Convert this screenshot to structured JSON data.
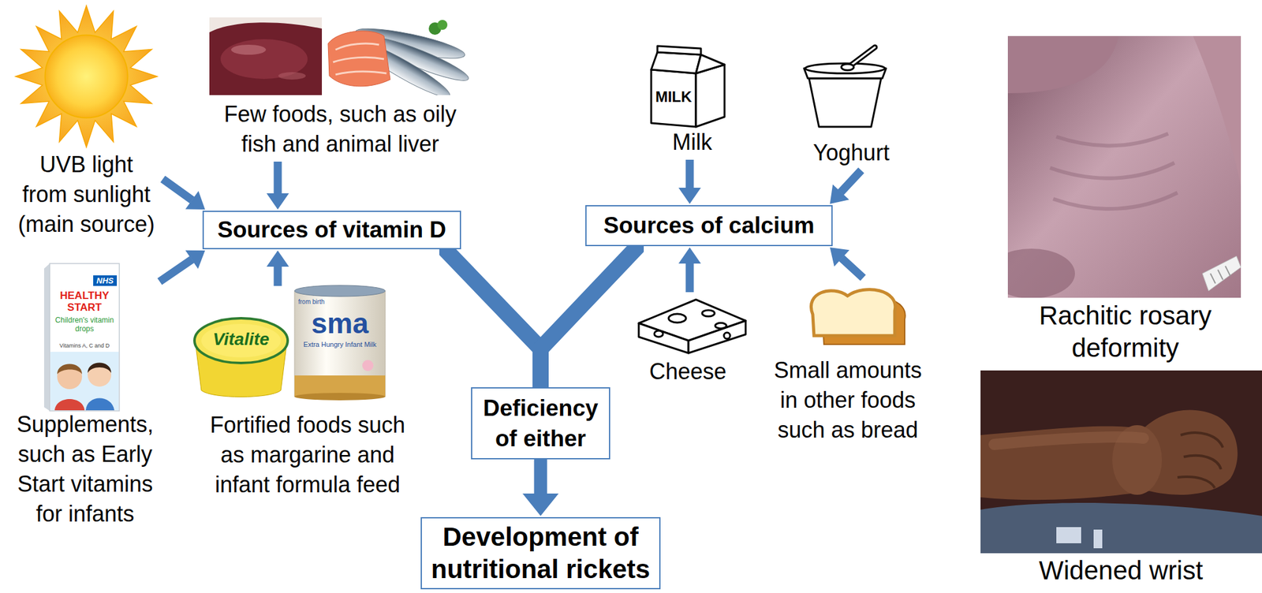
{
  "diagram": {
    "nodes": [
      {
        "text": [
          "UVB light from sunlight (main source)"
        ]
      },
      {
        "text": [
          "Few foods, such as oily fish and animal liver"
        ]
      },
      {
        "text": [
          "Sources of vitamin D"
        ]
      },
      {
        "text": [
          "Supplements, such as Early Start vitamins for infants"
        ]
      },
      {
        "text": [
          "Fortified foods such as margarine and infant formula feed"
        ]
      },
      {
        "text": [
          "Milk"
        ]
      },
      {
        "text": [
          "Yoghurt"
        ]
      },
      {
        "text": [
          "Sources of calcium"
        ]
      },
      {
        "text": [
          "Cheese"
        ]
      },
      {
        "text": [
          "Small amounts in other foods such as bread"
        ]
      },
      {
        "text": [
          "Deficiency of either"
        ]
      },
      {
        "text": [
          "Development of nutritional rickets"
        ]
      }
    ],
    "edges": [
      {
        "from": 0,
        "to": 2,
        "arrow": "to"
      },
      {
        "from": 1,
        "to": 2,
        "arrow": "to"
      },
      {
        "from": 3,
        "to": 2,
        "arrow": "to"
      },
      {
        "from": 4,
        "to": 2,
        "arrow": "to"
      },
      {
        "from": 5,
        "to": 7,
        "arrow": "to"
      },
      {
        "from": 6,
        "to": 7,
        "arrow": "to"
      },
      {
        "from": 8,
        "to": 7,
        "arrow": "to"
      },
      {
        "from": 9,
        "to": 7,
        "arrow": "to"
      },
      {
        "from": 2,
        "to": 10,
        "arrow": "none"
      },
      {
        "from": 7,
        "to": 10,
        "arrow": "none"
      },
      {
        "from": 10,
        "to": 11,
        "arrow": "to"
      }
    ],
    "labels": [
      "MILK",
      "NHS",
      "HEALTHY START",
      "Children's vitamin drops",
      "Vitamins A, C and D",
      "Vitalite",
      "from birth",
      "sma",
      "Extra Hungry Infant Milk",
      "Rachitic rosary deformity",
      "Widened wrist"
    ]
  }
}
